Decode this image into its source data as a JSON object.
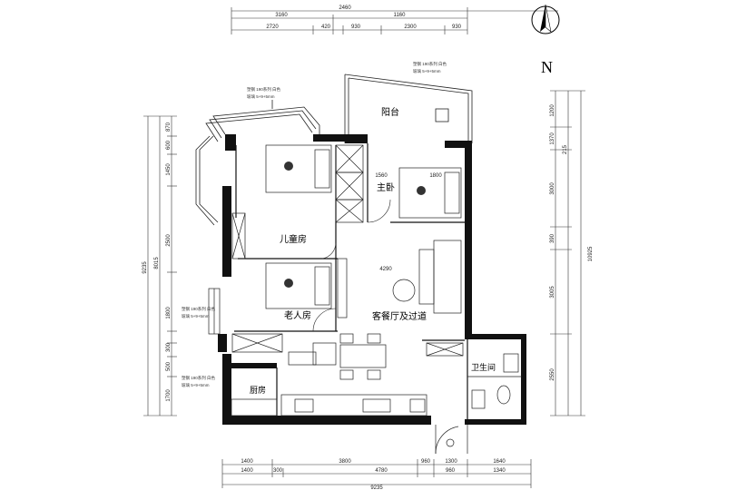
{
  "north": {
    "label": "N"
  },
  "rooms": {
    "balcony": "阳台",
    "master_bedroom": "主卧",
    "child_room": "儿童房",
    "elder_room": "老人房",
    "living_dining": "客餐厅及过道",
    "bathroom": "卫生间",
    "kitchen": "厨房"
  },
  "dims_top": {
    "row1": [
      "2460"
    ],
    "row2": [
      "3160",
      "1160"
    ],
    "row3": [
      "2720",
      "420",
      "930",
      "2300",
      "930"
    ]
  },
  "dims_bottom": {
    "row1": [
      "1400",
      "3800",
      "960",
      "1300",
      "1640"
    ],
    "row2": [
      "1400",
      "300",
      "4780",
      "960",
      "1340"
    ],
    "row3": [
      "9235"
    ]
  },
  "dims_left": {
    "outer": "9235",
    "middle": [
      "8015"
    ],
    "inner": [
      "870",
      "600",
      "1450",
      "2500",
      "1800",
      "300",
      "500",
      "1700"
    ]
  },
  "dims_right": {
    "outer": "10925",
    "middle": [
      "1200",
      "1370",
      "3000",
      "390",
      "3005",
      "2550"
    ],
    "inner": [
      "215"
    ]
  },
  "annotations": {
    "window_note_1": "塑钢 190系列 白色",
    "window_note_2": "玻璃 5+9+5mm",
    "bed_size": "1800",
    "master_width": "1560",
    "living_width": "4290"
  }
}
